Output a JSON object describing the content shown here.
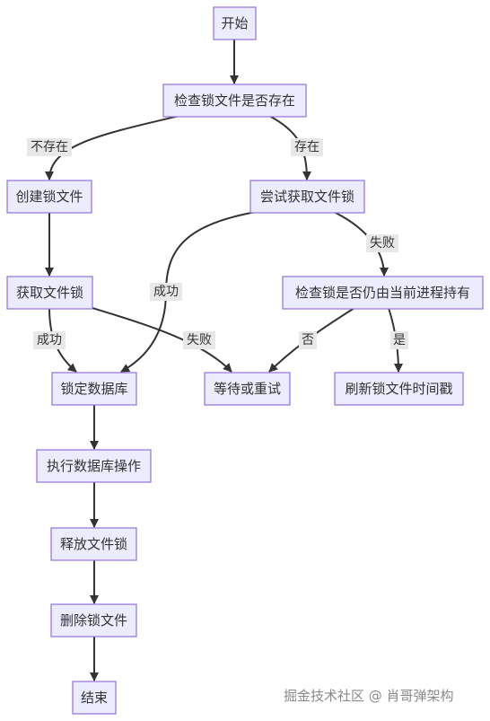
{
  "nodes": {
    "start": "开始",
    "check_lock_file": "检查锁文件是否存在",
    "create_lock_file": "创建锁文件",
    "try_acquire_lock": "尝试获取文件锁",
    "acquire_lock": "获取文件锁",
    "check_lock_owner": "检查锁是否仍由当前进程持有",
    "lock_database": "锁定数据库",
    "wait_or_retry": "等待或重试",
    "refresh_lock_time": "刷新锁文件时间戳",
    "execute_db_op": "执行数据库操作",
    "release_lock": "释放文件锁",
    "delete_lock_file": "删除锁文件",
    "end": "结束"
  },
  "edge_labels": {
    "not_exist": "不存在",
    "exist": "存在",
    "fail_try": "失败",
    "success_try": "成功",
    "success_acquire": "成功",
    "fail_acquire": "失败",
    "no": "否",
    "yes": "是"
  },
  "watermark": "掘金技术社区 @ 肖哥弹架构",
  "colors": {
    "node_fill": "#ECECFF",
    "node_stroke": "#9370DB",
    "edge": "#333333",
    "label_bg": "#e8e8e8"
  }
}
